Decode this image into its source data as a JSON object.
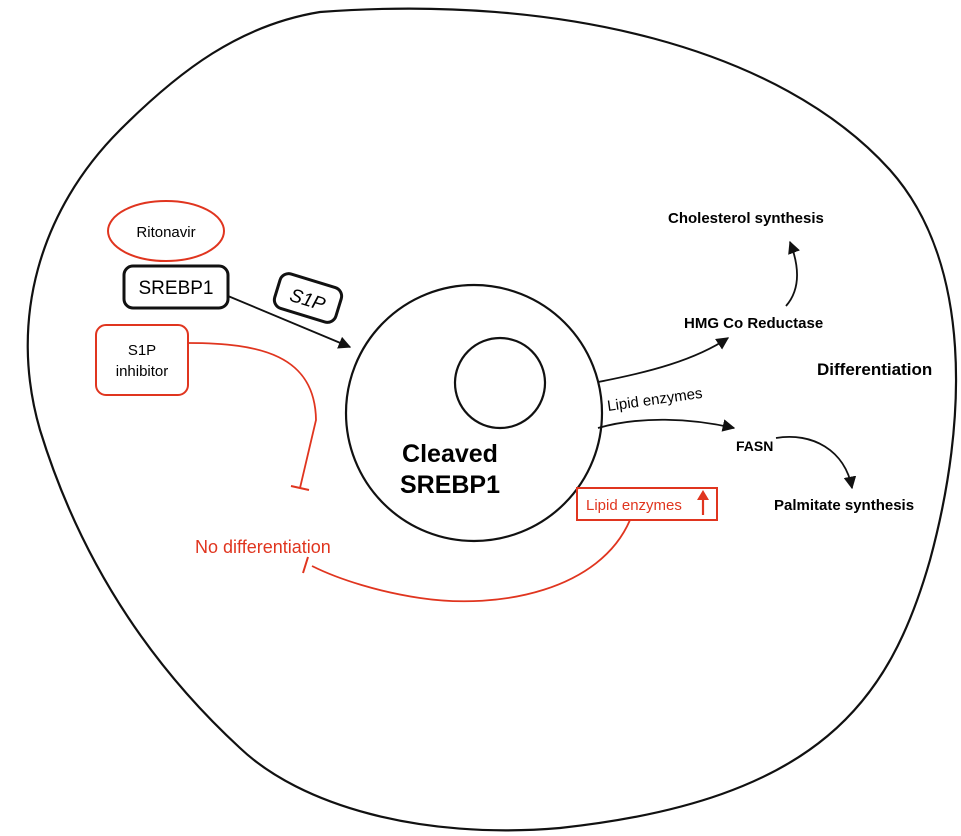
{
  "colors": {
    "black": "#111111",
    "red": "#e0351f",
    "background": "#ffffff"
  },
  "nodes": {
    "ritonavir": "Ritonavir",
    "srebp1": "SREBP1",
    "s1p": "S1P",
    "s1p_inhibitor_line1": "S1P",
    "s1p_inhibitor_line2": "inhibitor",
    "cleaved_line1": "Cleaved",
    "cleaved_line2": "SREBP1",
    "cholesterol_synthesis": "Cholesterol synthesis",
    "hmg_co_reductase": "HMG Co Reductase",
    "differentiation": "Differentiation",
    "lipid_enzymes": "Lipid enzymes",
    "fasn": "FASN",
    "palmitate_synthesis": "Palmitate synthesis",
    "lipid_enzymes_up": "Lipid enzymes",
    "no_differentiation": "No differentiation"
  },
  "icons": {
    "arrow_up": "arrow-up-icon"
  }
}
